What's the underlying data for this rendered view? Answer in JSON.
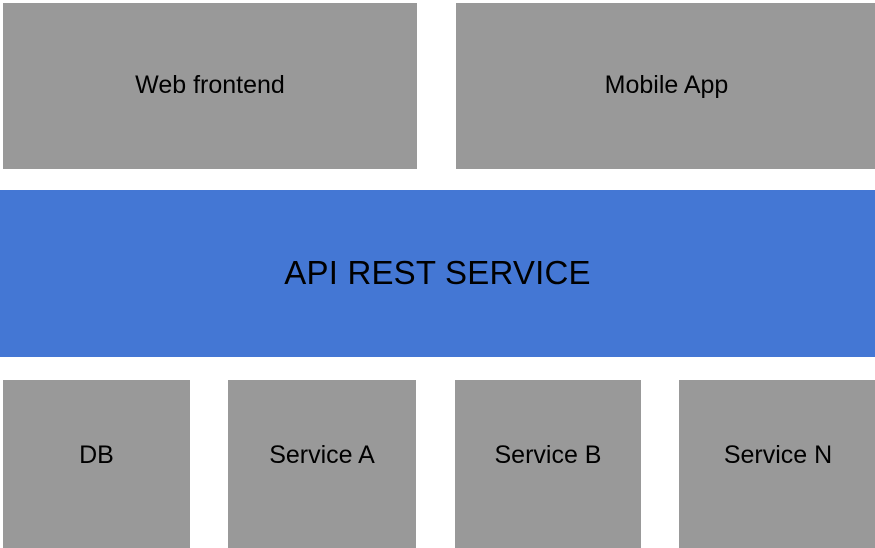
{
  "diagram": {
    "type": "layered-architecture",
    "background_color": "#ffffff",
    "node_gray": "#999999",
    "api_blue": "#4477d4",
    "text_color": "#000000",
    "tiers": [
      {
        "name": "client-tier",
        "nodes": [
          {
            "id": "web-frontend",
            "label": "Web frontend"
          },
          {
            "id": "mobile-app",
            "label": "Mobile App"
          }
        ]
      },
      {
        "name": "api-tier",
        "nodes": [
          {
            "id": "api-rest-service",
            "label": "API REST SERVICE"
          }
        ]
      },
      {
        "name": "backend-tier",
        "nodes": [
          {
            "id": "db",
            "label": "DB"
          },
          {
            "id": "service-a",
            "label": "Service A"
          },
          {
            "id": "service-b",
            "label": "Service B"
          },
          {
            "id": "service-n",
            "label": "Service N"
          }
        ]
      }
    ]
  }
}
